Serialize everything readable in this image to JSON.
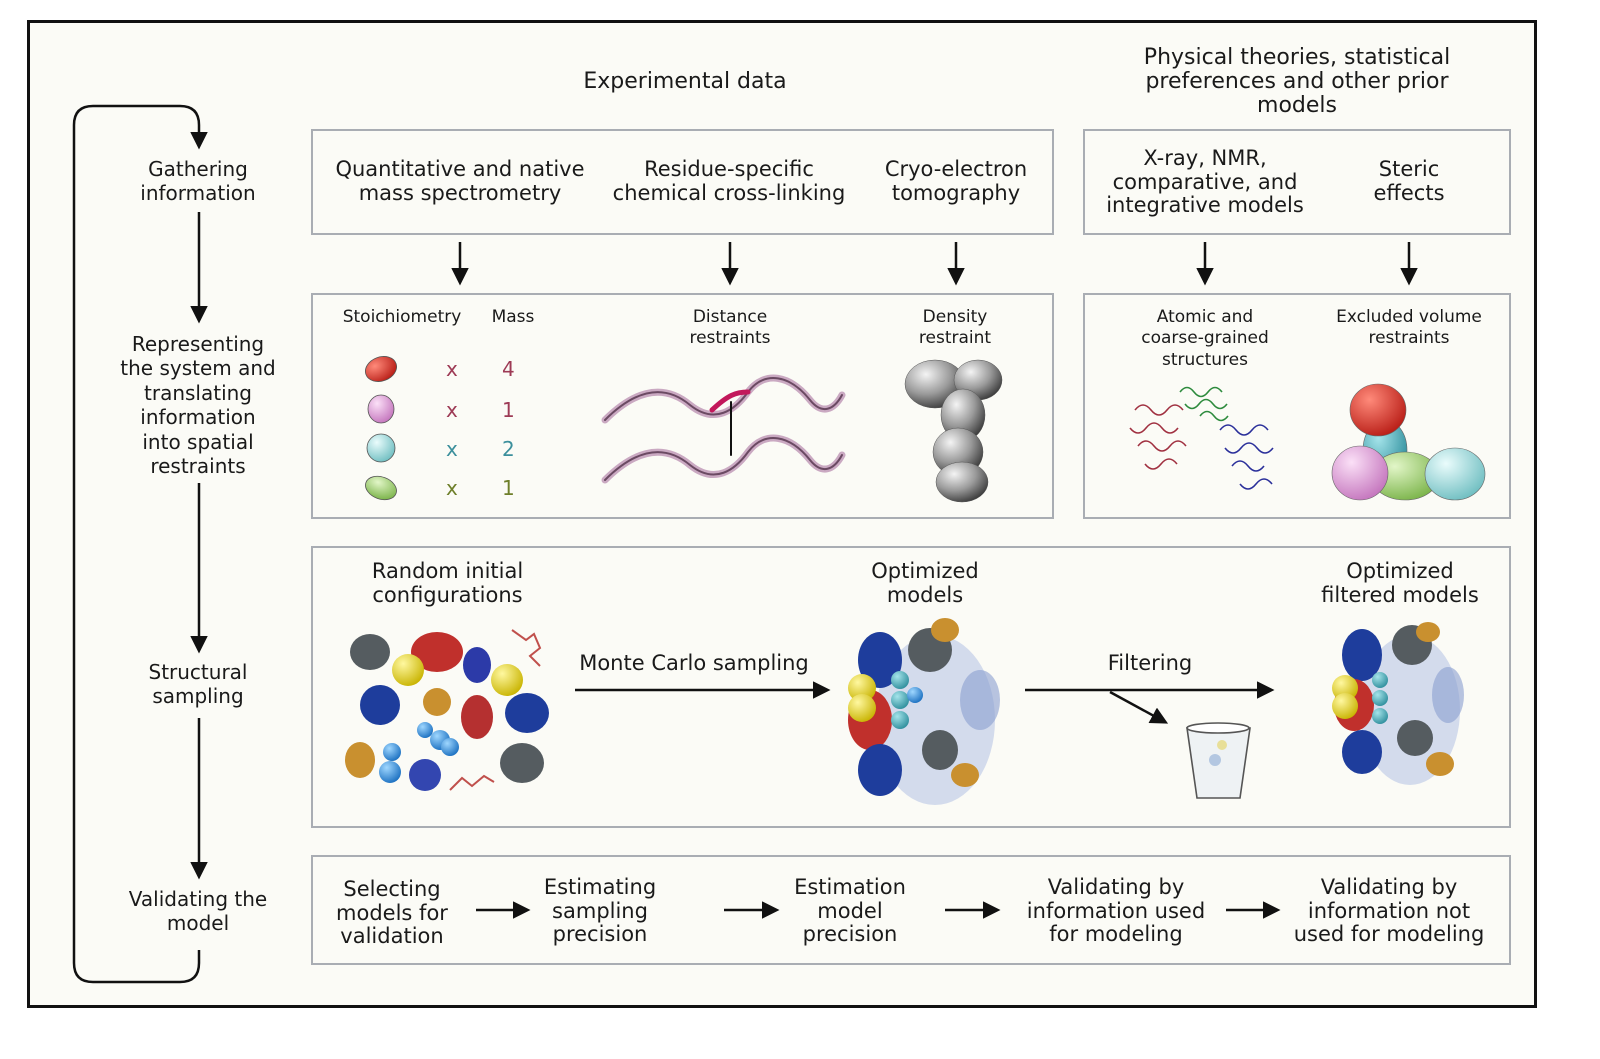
{
  "headers": {
    "experimental": "Experimental data",
    "physical": "Physical theories, statistical\npreferences and other prior\nmodels"
  },
  "stages": [
    "Gathering\ninformation",
    "Representing\nthe system and\ntranslating\ninformation\ninto spatial\nrestraints",
    "Structural\nsampling",
    "Validating the\nmodel"
  ],
  "sources": {
    "mass_spec": "Quantitative and native\nmass spectrometry",
    "crosslink": "Residue-specific\nchemical cross-linking",
    "cryo": "Cryo-electron\ntomography",
    "xray": "X-ray, NMR,\ncomparative, and\nintegrative models",
    "steric": "Steric\neffects"
  },
  "restraints": {
    "stoich_header": "Stoichiometry",
    "mass_header": "Mass",
    "rows": [
      {
        "x": "x",
        "value": "4",
        "fill": "#d8413c",
        "text_color": "#9d3a55"
      },
      {
        "x": "x",
        "value": "1",
        "fill": "#e7a6e0",
        "text_color": "#9d3a55"
      },
      {
        "x": "x",
        "value": "2",
        "fill": "#a8e2e3",
        "text_color": "#3b8f9c"
      },
      {
        "x": "x",
        "value": "1",
        "fill": "#a9d67a",
        "text_color": "#6e7f2a"
      }
    ],
    "distance": "Distance\nrestraints",
    "density": "Density\nrestraint",
    "atomic": "Atomic and\ncoarse-grained\nstructures",
    "excluded": "Excluded volume\nrestraints"
  },
  "sampling": {
    "random": "Random initial\nconfigurations",
    "optimized": "Optimized\nmodels",
    "filtered": "Optimized\nfiltered models",
    "monte_carlo": "Monte Carlo sampling",
    "filtering": "Filtering"
  },
  "validation": [
    "Selecting\nmodels for\nvalidation",
    "Estimating\nsampling\nprecision",
    "Estimation\nmodel\nprecision",
    "Validating by\ninformation used\nfor modeling",
    "Validating by\ninformation not\nused for modeling"
  ]
}
